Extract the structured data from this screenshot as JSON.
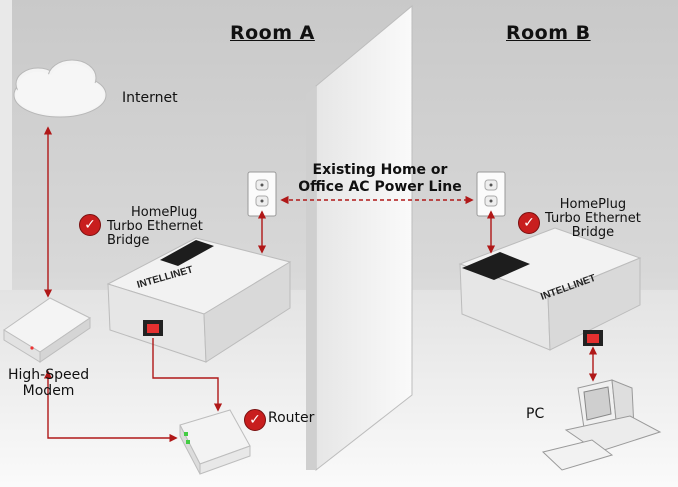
{
  "rooms": {
    "a": "Room A",
    "b": "Room B"
  },
  "labels": {
    "internet": "Internet",
    "power_line_1": "Existing Home or",
    "power_line_2": "Office AC Power Line",
    "bridge_a": [
      "HomePlug",
      "Turbo Ethernet",
      "Bridge"
    ],
    "bridge_b": [
      "HomePlug",
      "Turbo Ethernet",
      "Bridge"
    ],
    "modem": [
      "High-Speed",
      "Modem"
    ],
    "router": "Router",
    "pc": "PC"
  },
  "brand": "INTELLINET",
  "colors": {
    "link": "#b01818",
    "badge": "#c81e1e",
    "wall": "#f1f1f1"
  },
  "icons": {
    "badge": "checkmark-badge-icon"
  }
}
